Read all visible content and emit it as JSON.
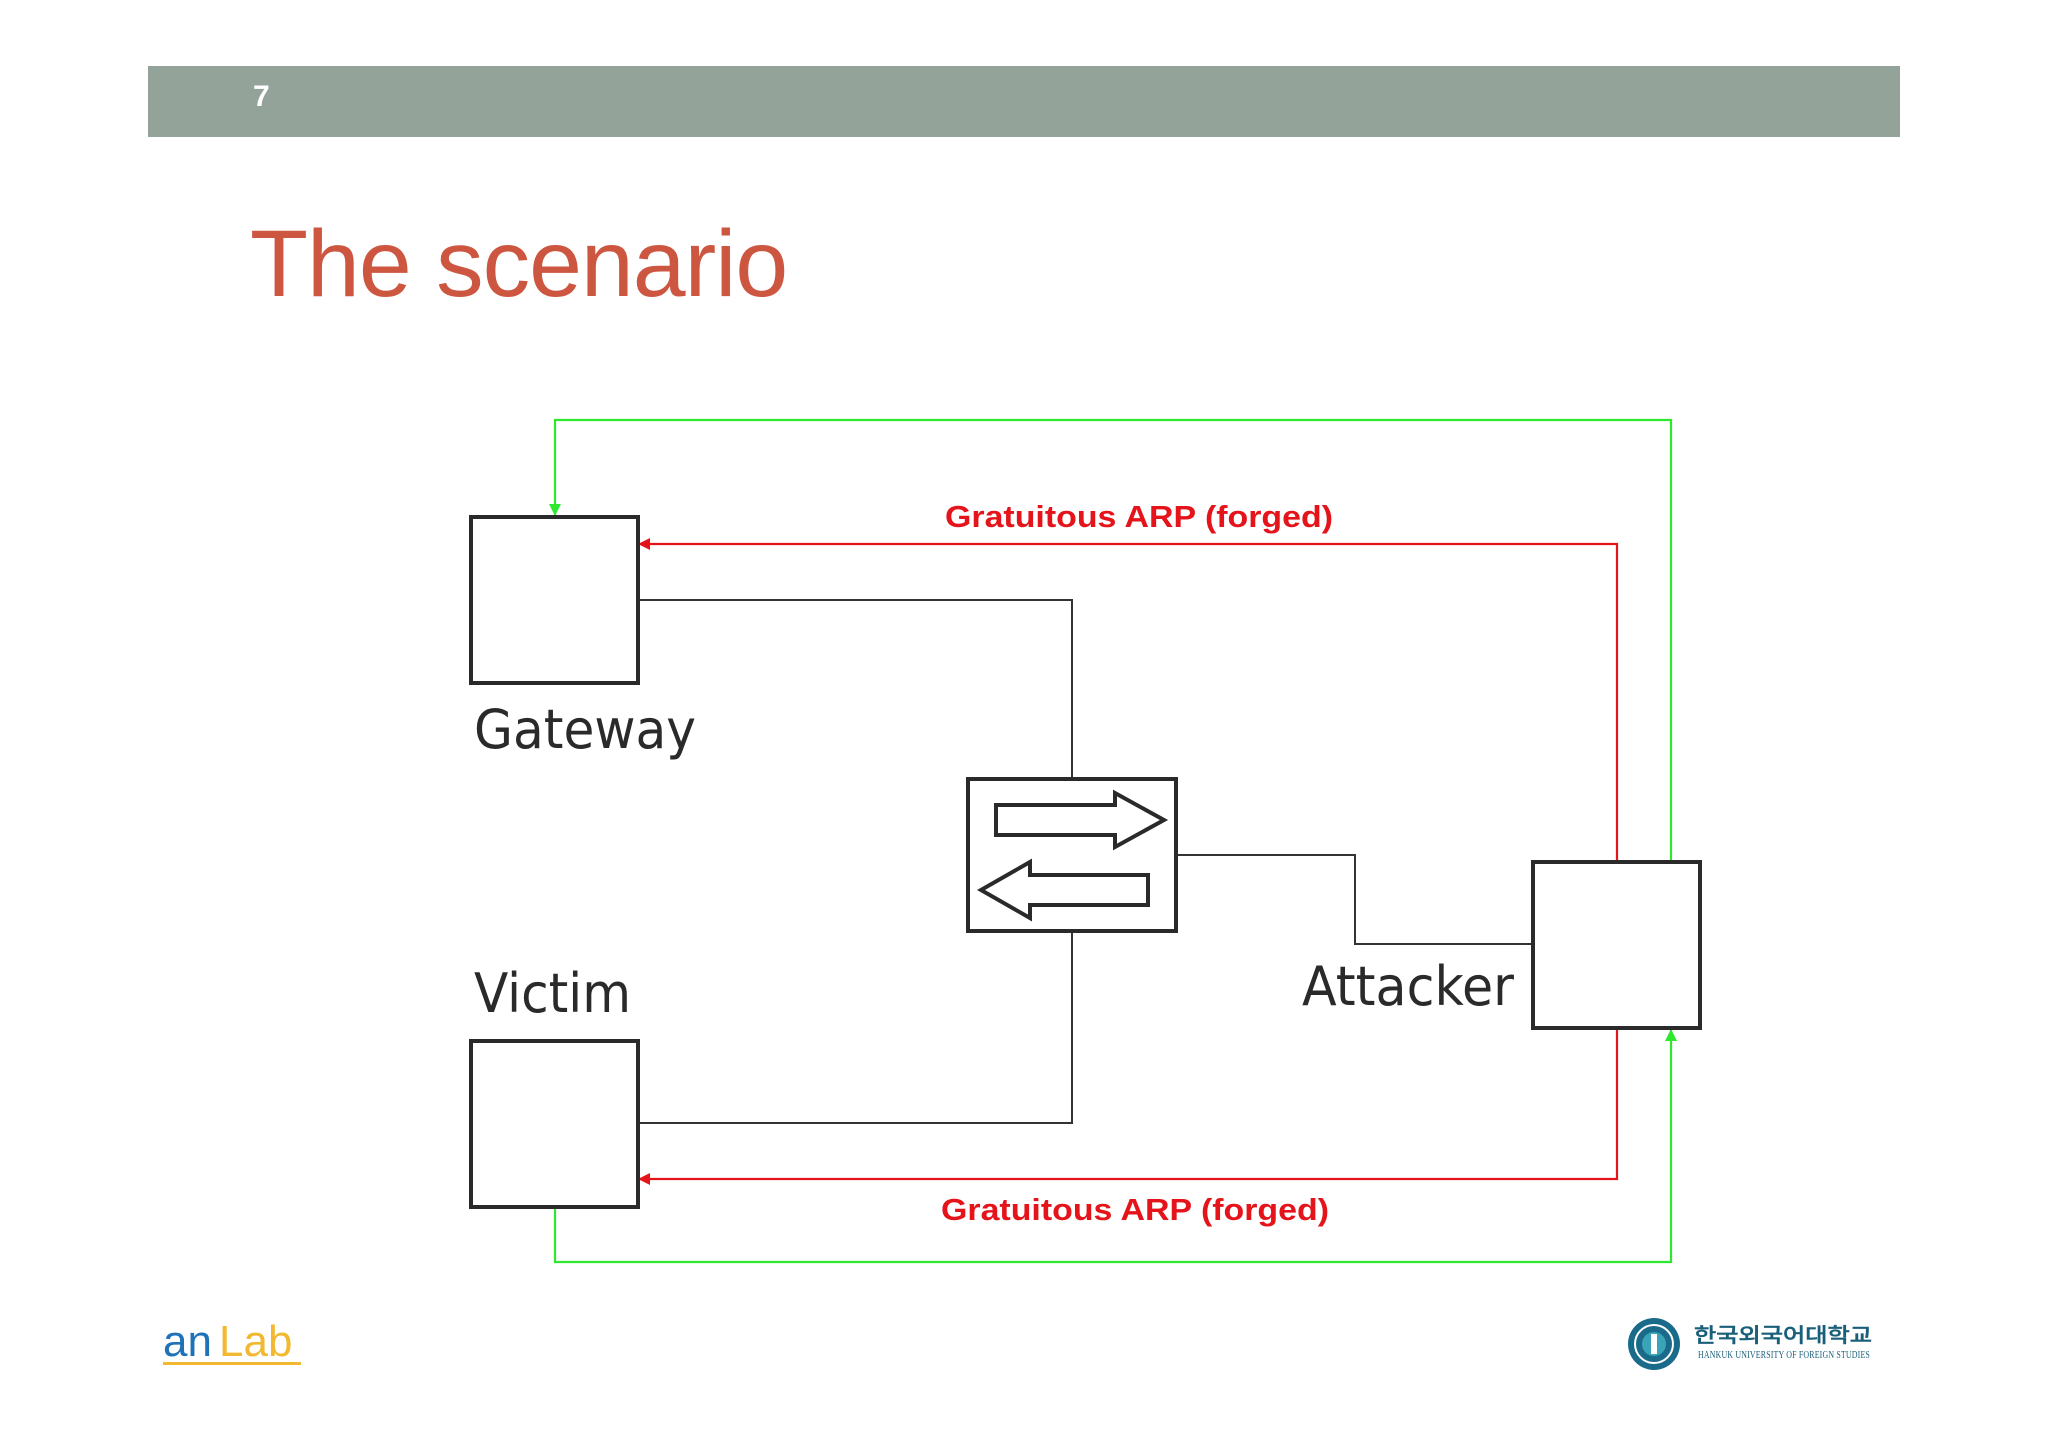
{
  "slide": {
    "number": "7",
    "title": "The scenario"
  },
  "diagram": {
    "nodes": {
      "gateway": "Gateway",
      "victim": "Victim",
      "attacker": "Attacker"
    },
    "edge_labels": {
      "to_gateway": "Gratuitous ARP (forged)",
      "to_victim": "Gratuitous ARP (forged)"
    }
  },
  "footer": {
    "left_logo_text_1": "an",
    "left_logo_text_2": "Lab",
    "university_name_ko": "한국외국어대학교",
    "university_name_en": "HANKUK UNIVERSITY OF FOREIGN STUDIES"
  },
  "colors": {
    "header_bar": "#94a39a",
    "title": "#cd5640",
    "forged_arp": "#e5141b",
    "actual_traffic": "#2ee82e",
    "link": "#333333"
  }
}
